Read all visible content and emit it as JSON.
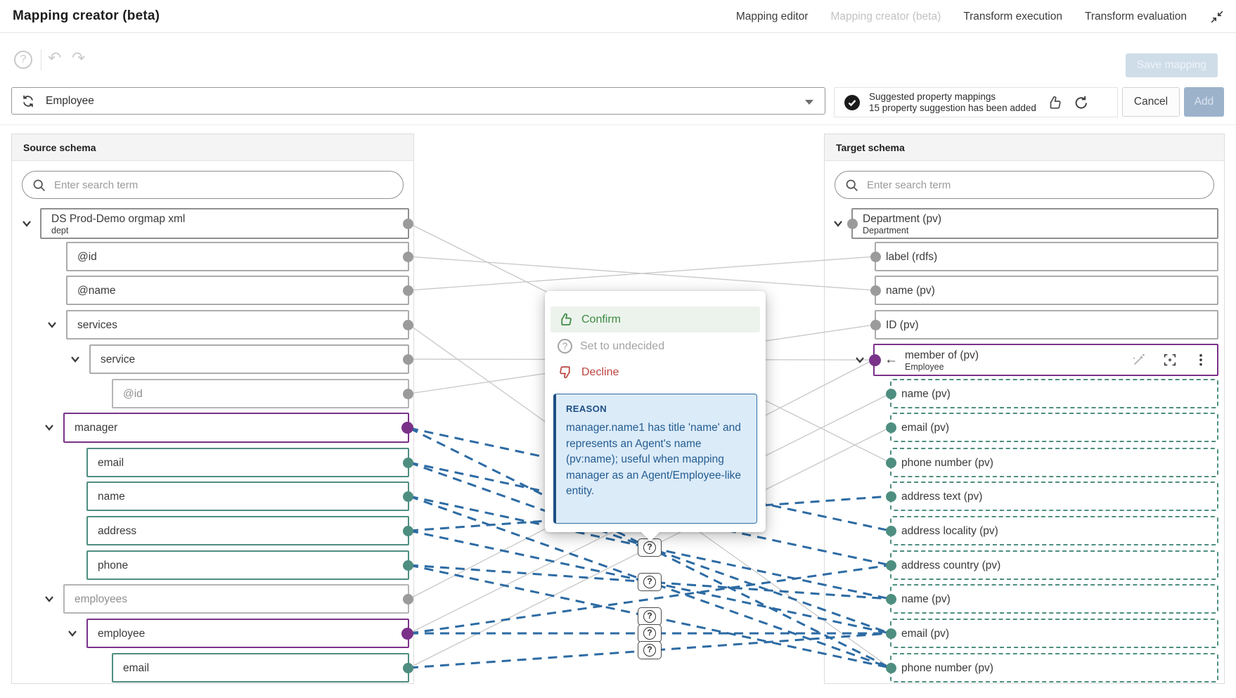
{
  "header": {
    "title": "Mapping creator (beta)",
    "nav": [
      {
        "label": "Mapping editor",
        "active": true
      },
      {
        "label": "Mapping creator (beta)",
        "active": false
      },
      {
        "label": "Transform execution",
        "active": true
      },
      {
        "label": "Transform evaluation",
        "active": true
      }
    ]
  },
  "toolbar": {
    "save_label": "Save mapping",
    "help_icon": "?",
    "undo_icon": "undo-arrow",
    "redo_icon": "redo-arrow"
  },
  "selector": {
    "value": "Employee",
    "icon": "sync-icon"
  },
  "suggestion_banner": {
    "status_icon": "check-circle-icon",
    "title": "Suggested property mappings",
    "subtitle": "15 property suggestion has been added",
    "thumb_icon": "thumbs-up-icon",
    "refresh_icon": "refresh-icon",
    "cancel_label": "Cancel",
    "add_label": "Add"
  },
  "source_panel": {
    "title": "Source schema",
    "search_placeholder": "Enter search term",
    "nodes": [
      {
        "label": "DS Prod-Demo orgmap xml",
        "sublabel": "dept",
        "state": "root",
        "expandable": true
      },
      {
        "label": "@id",
        "state": "default"
      },
      {
        "label": "@name",
        "state": "default"
      },
      {
        "label": "services",
        "state": "default",
        "expandable": true
      },
      {
        "label": "service",
        "state": "default",
        "expandable": true
      },
      {
        "label": "@id",
        "state": "muted"
      },
      {
        "label": "manager",
        "state": "mapped",
        "expandable": true
      },
      {
        "label": "email",
        "state": "suggested"
      },
      {
        "label": "name",
        "state": "suggested"
      },
      {
        "label": "address",
        "state": "suggested"
      },
      {
        "label": "phone",
        "state": "suggested"
      },
      {
        "label": "employees",
        "state": "muted",
        "expandable": true
      },
      {
        "label": "employee",
        "state": "mapped",
        "expandable": true
      },
      {
        "label": "email",
        "state": "suggested"
      }
    ]
  },
  "target_panel": {
    "title": "Target schema",
    "search_placeholder": "Enter search term",
    "nodes": [
      {
        "label": "Department (pv)",
        "sublabel": "Department",
        "state": "root",
        "expandable": true
      },
      {
        "label": "label (rdfs)",
        "state": "default"
      },
      {
        "label": "name (pv)",
        "state": "default"
      },
      {
        "label": "ID (pv)",
        "state": "default"
      },
      {
        "label": "member of (pv)",
        "sublabel": "Employee",
        "state": "mapped",
        "expandable": true,
        "back_arrow": true,
        "actions": [
          "wand-icon",
          "focus-icon",
          "kebab-menu-icon"
        ]
      },
      {
        "label": "name (pv)",
        "state": "dashed"
      },
      {
        "label": "email (pv)",
        "state": "dashed"
      },
      {
        "label": "phone number (pv)",
        "state": "dashed"
      },
      {
        "label": "address text (pv)",
        "state": "dashed"
      },
      {
        "label": "address locality (pv)",
        "state": "dashed"
      },
      {
        "label": "address country (pv)",
        "state": "dashed"
      },
      {
        "label": "name (pv)",
        "state": "dashed"
      },
      {
        "label": "email (pv)",
        "state": "dashed"
      },
      {
        "label": "phone number (pv)",
        "state": "dashed"
      }
    ]
  },
  "context_menu": {
    "items": [
      {
        "label": "Confirm",
        "kind": "confirm",
        "icon": "thumbs-up-icon"
      },
      {
        "label": "Set to undecided",
        "kind": "undecided",
        "icon": "question-circle-icon"
      },
      {
        "label": "Decline",
        "kind": "decline",
        "icon": "thumbs-down-icon"
      }
    ],
    "reason_title": "REASON",
    "reason_text": "manager.name1 has title 'name' and represents an Agent's name (pv:name); useful when mapping manager as an Agent/Employee-like entity."
  },
  "badges": {
    "icon": "question-circle-icon",
    "count": 5
  },
  "colors": {
    "mapped_purple": "#7a3289",
    "suggested_teal": "#4e8e80",
    "suggestion_line_blue": "#2d6ba3",
    "existing_line_gray": "#c7c7c7",
    "reason_bg": "#dcebf8",
    "reason_text": "#235d92",
    "confirm_green": "#3c8b43",
    "decline_red": "#bb4440"
  }
}
